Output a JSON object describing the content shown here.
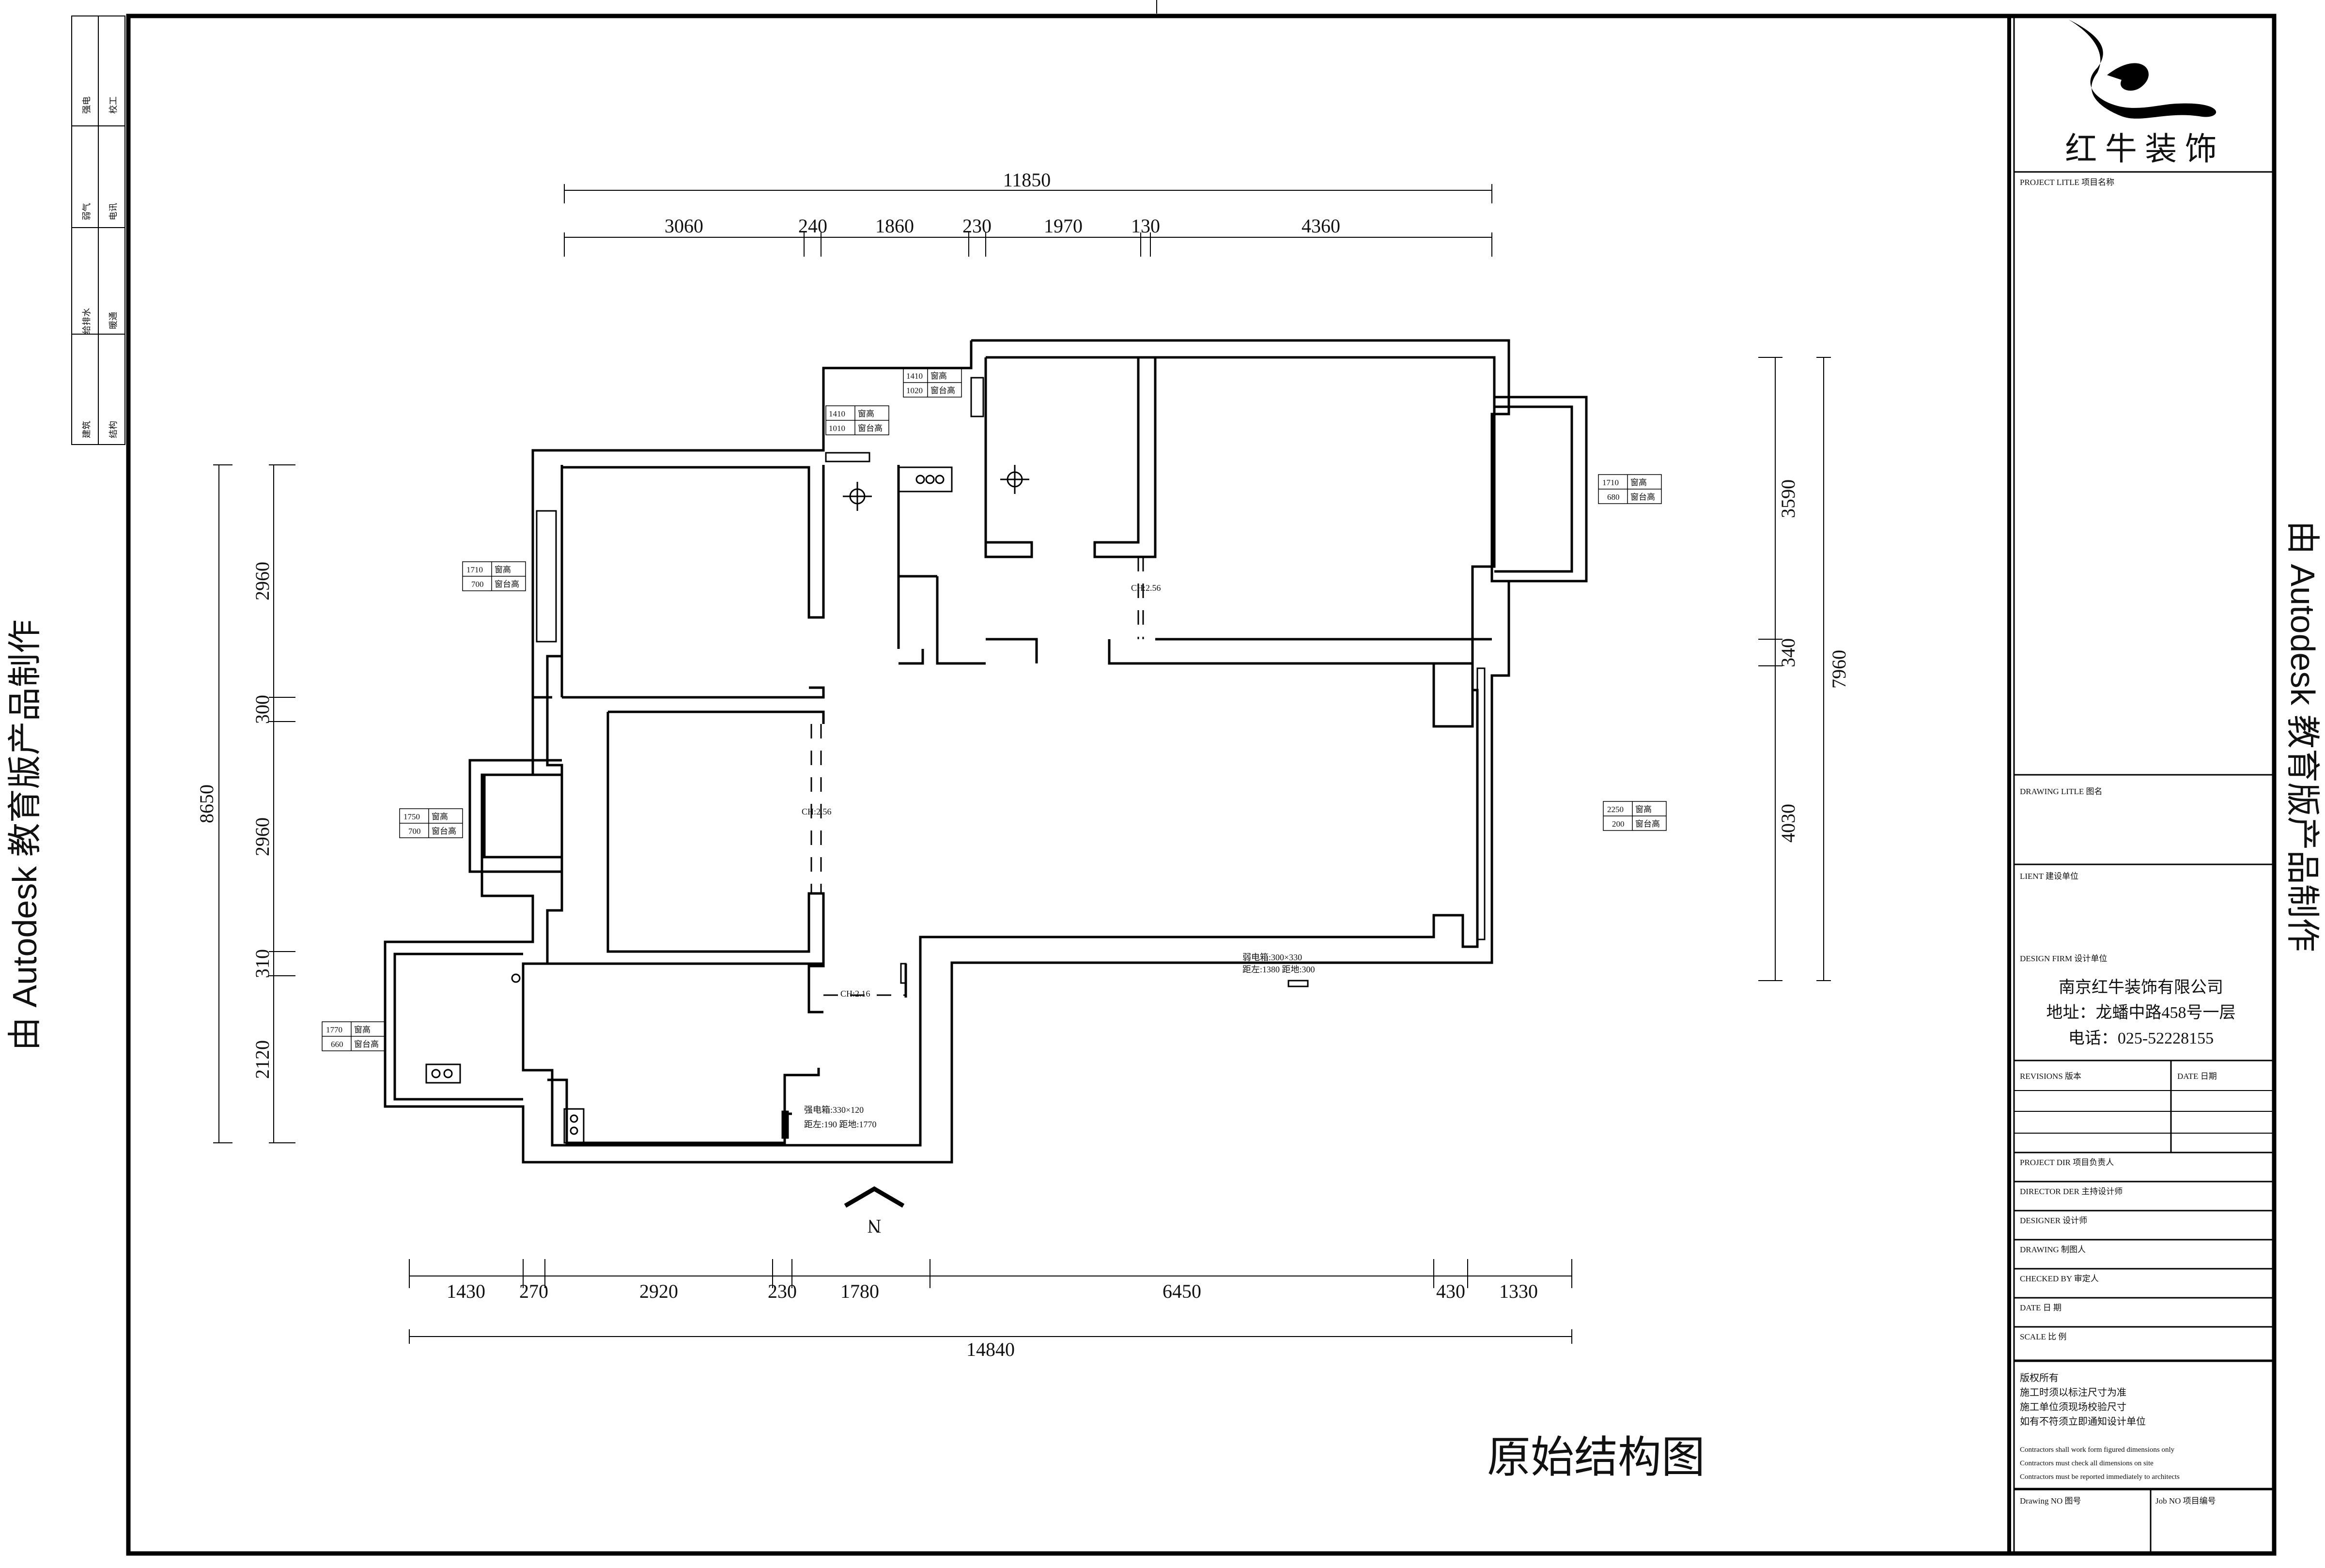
{
  "watermark": {
    "left": "由 Autodesk 教育版产品制作",
    "right": "由 Autodesk 教育版产品制作"
  },
  "left_strip": [
    "强电",
    "校工",
    "弱气",
    "电讯",
    "给排水",
    "暖通",
    "建筑",
    "结构"
  ],
  "title_block": {
    "company_logo_text": "红 牛 装 饰",
    "project_title": "PROJECT LITLE  项目名称",
    "drawing_title": "DRAWING LITLE  图名",
    "client": "LIENT  建设单位",
    "design_firm_label": "DESIGN FIRM  设计单位",
    "firm_name": "南京红牛装饰有限公司",
    "firm_address": "地址：龙蟠中路458号一层",
    "firm_phone": "电话：025-52228155",
    "revisions": "REVISIONS  版本",
    "date_label": "DATE  日期",
    "project_dir": "PROJECT DIR     项目负责人",
    "director": "DIRECTOR DER 主持设计师",
    "designer": "DESIGNER        设计师",
    "drawing": "DRAWING         制图人",
    "checked_by": "CHECKED BY      审定人",
    "date": "DATE            日  期",
    "scale": "SCALE           比  例",
    "copyright": "版权所有",
    "note_cn_1": "施工时须以标注尺寸为准",
    "note_cn_2": "施工单位须现场校验尺寸",
    "note_cn_3": "如有不符须立即通知设计单位",
    "note_en_1": "Contractors shall work form figured dimensions only",
    "note_en_2": "Contractors must check all dimensions on site",
    "note_en_3": "Contractors must be reported immediately to architects",
    "drawing_no": "Drawing NO  图号",
    "job_no": "Job NO  项目编号"
  },
  "plan_title": "原始结构图",
  "dimensions": {
    "top_total": "11850",
    "top": [
      "3060",
      "240",
      "1860",
      "230",
      "1970",
      "130",
      "4360"
    ],
    "bottom_total": "14840",
    "bottom": [
      "1430",
      "270",
      "2920",
      "230",
      "1780",
      "6450",
      "430",
      "1330"
    ],
    "left_total": "8650",
    "left": [
      "2960",
      "300",
      "2960",
      "310",
      "2120"
    ],
    "right_total": "7960",
    "right": [
      "3590",
      "340",
      "4030"
    ]
  },
  "window_tags": [
    {
      "w": "1410",
      "wl": "窗高",
      "s": "1020",
      "sl": "窗台高"
    },
    {
      "w": "1410",
      "wl": "窗高",
      "s": "1010",
      "sl": "窗台高"
    },
    {
      "w": "1710",
      "wl": "窗高",
      "s": "700",
      "sl": "窗台高"
    },
    {
      "w": "1710",
      "wl": "窗高",
      "s": "680",
      "sl": "窗台高"
    },
    {
      "w": "1750",
      "wl": "窗高",
      "s": "700",
      "sl": "窗台高"
    },
    {
      "w": "2250",
      "wl": "窗高",
      "s": "200",
      "sl": "窗台高"
    },
    {
      "w": "1770",
      "wl": "窗高",
      "s": "660",
      "sl": "窗台高"
    }
  ],
  "ceiling_heights": [
    "CH:2.56",
    "CH:2.56",
    "CH:2.16"
  ],
  "notes": {
    "weak_box": "弱电箱:300×330",
    "weak_box_pos": "距左:1380  距地:300",
    "strong_box": "强电箱:330×120",
    "strong_box_pos": "距左:190  距地:1770",
    "north": "N"
  }
}
